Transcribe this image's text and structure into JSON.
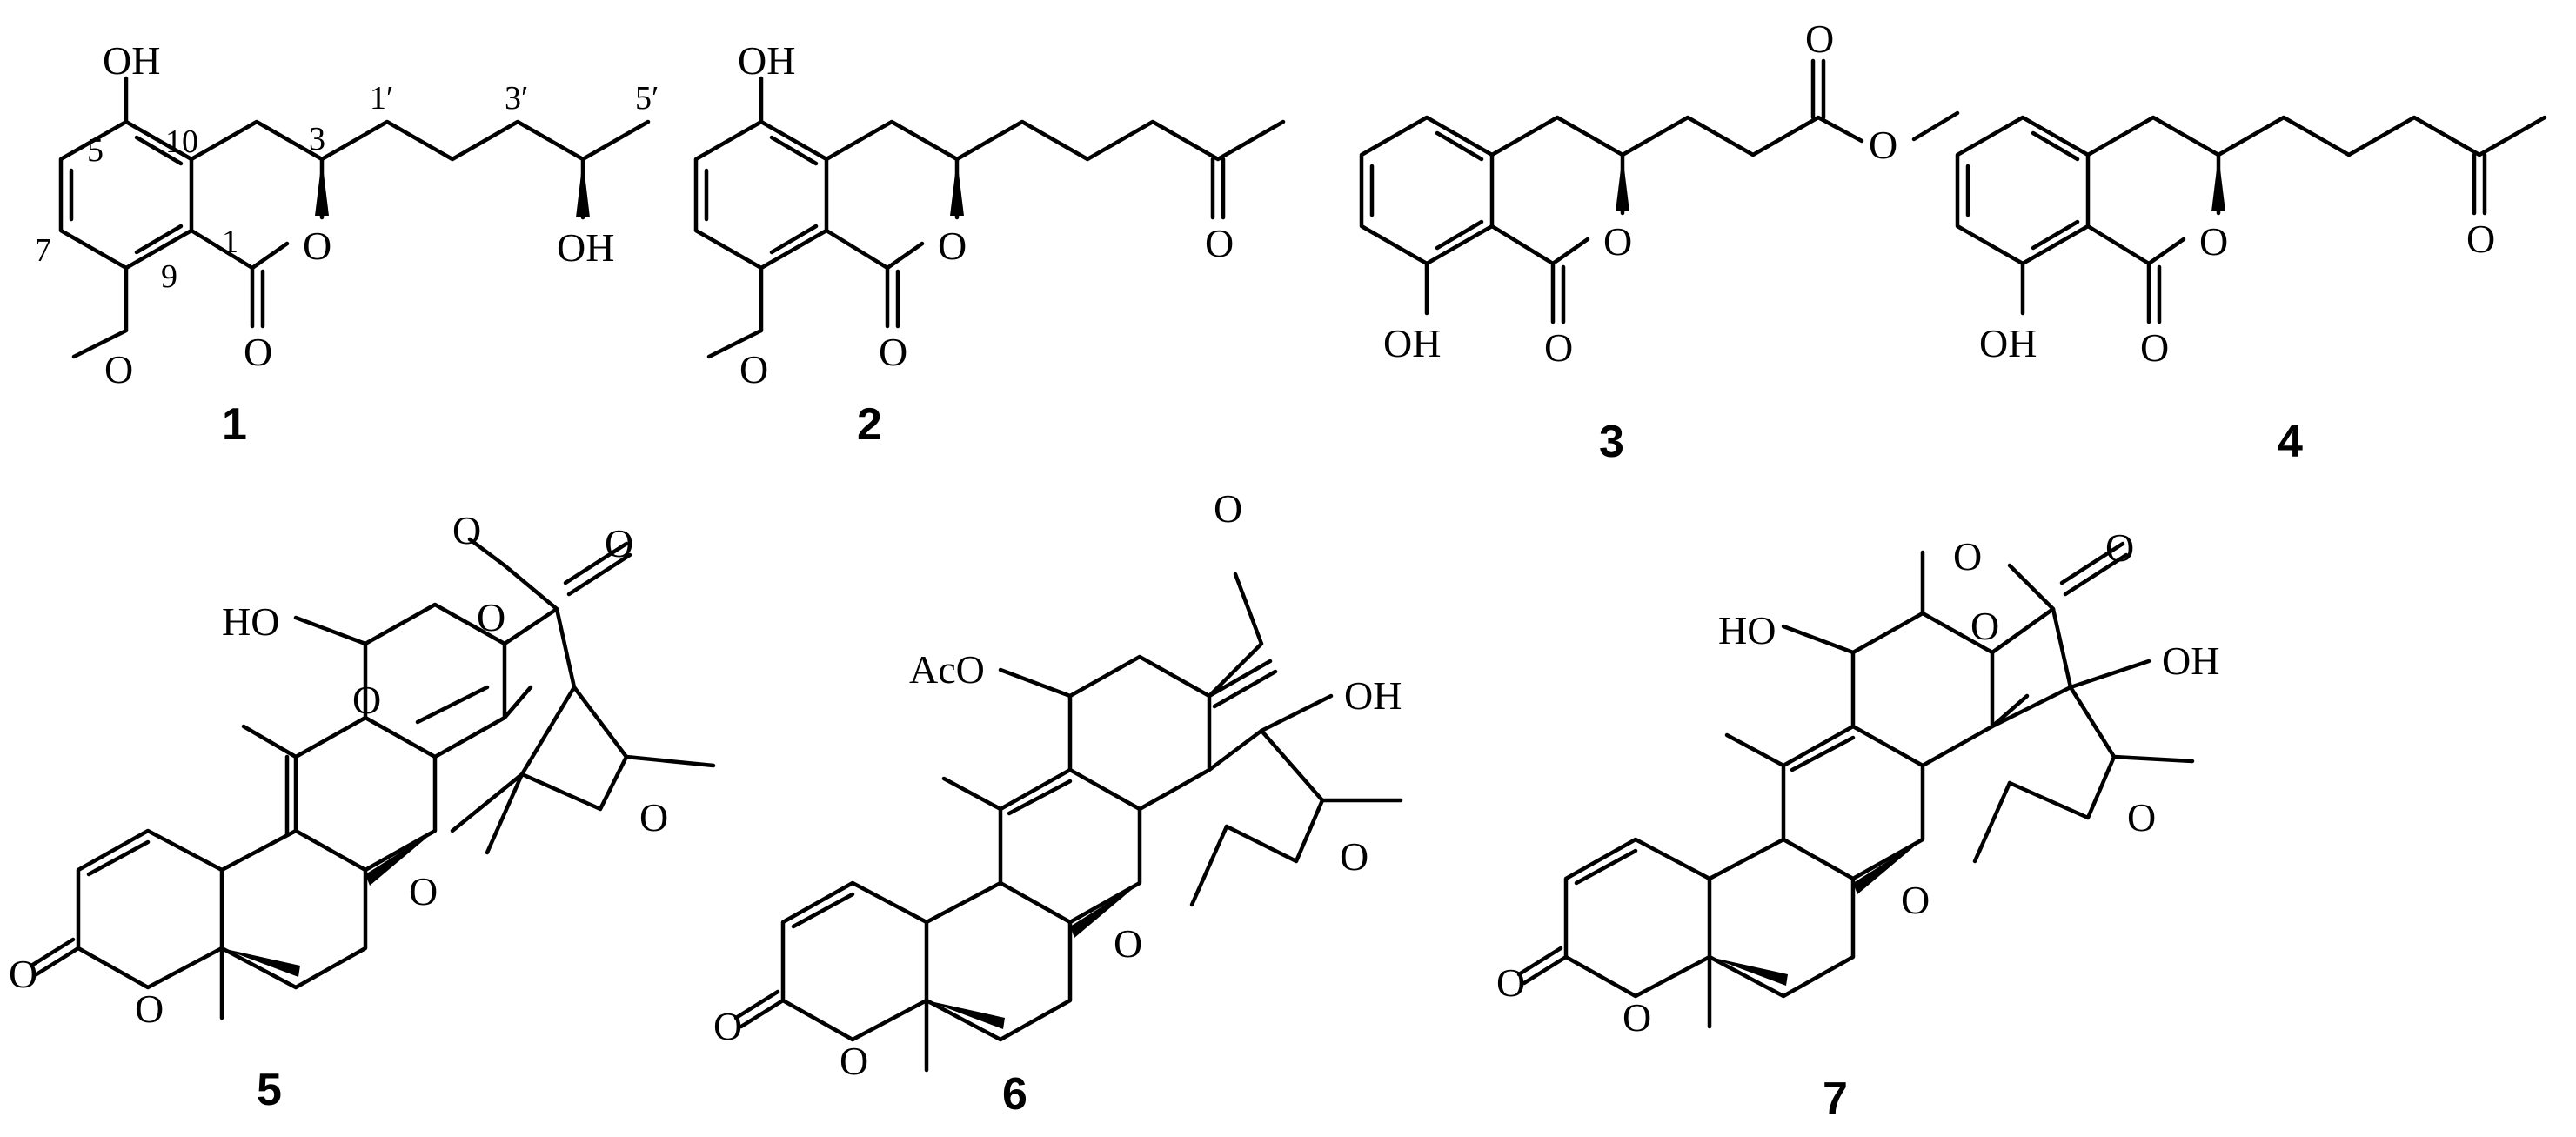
{
  "compound_ids": {
    "c1": "1",
    "c2": "2",
    "c3": "3",
    "c4": "4",
    "c5": "5",
    "c6": "6",
    "c7": "7"
  },
  "atom_labels": {
    "oh": "OH",
    "ho": "HO",
    "o": "O",
    "aco": "AcO"
  },
  "locants": {
    "l1": "1",
    "l3": "3",
    "l5": "5",
    "l7": "7",
    "l9": "9",
    "l10": "10",
    "l1p": "1′",
    "l3p": "3′",
    "l5p": "5′"
  }
}
